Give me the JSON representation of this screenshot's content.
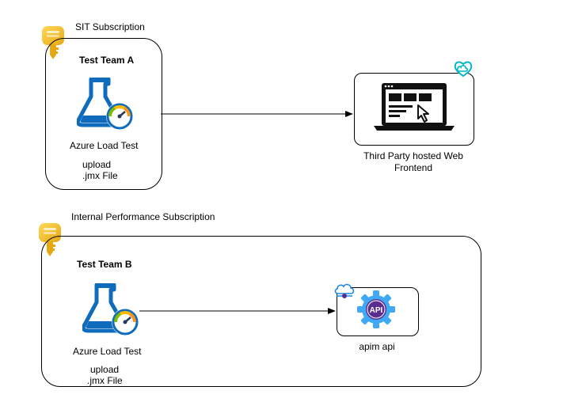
{
  "sit": {
    "subscription_label": "SIT Subscription",
    "team_label": "Test Team A",
    "load_test_label": "Azure Load Test",
    "upload_line1": "upload",
    "upload_line2": ".jmx File",
    "icons": {
      "key": "key-icon",
      "load_test": "azure-load-test-icon"
    }
  },
  "frontend": {
    "label_line1": "Third Party hosted Web",
    "label_line2": "Frontend",
    "icons": {
      "laptop": "laptop-browser-icon",
      "badge": "cloud-heart-icon"
    }
  },
  "internal": {
    "subscription_label": "Internal Performance  Subscription",
    "team_label": "Test Team B",
    "load_test_label": "Azure Load Test",
    "upload_line1": "upload",
    "upload_line2": ".jmx File",
    "icons": {
      "key": "key-icon",
      "load_test": "azure-load-test-icon"
    }
  },
  "apim": {
    "label": "apim api",
    "badge_text": "API",
    "icons": {
      "gear": "api-gear-icon",
      "badge": "cloud-network-icon"
    }
  },
  "colors": {
    "key_gold": "#F2BE2A",
    "azure_blue": "#0F6CBD",
    "api_blue": "#1E88E5",
    "api_purple": "#5C2D91",
    "teal": "#00B7C3",
    "orange": "#F7941D",
    "green": "#7FBA00"
  }
}
